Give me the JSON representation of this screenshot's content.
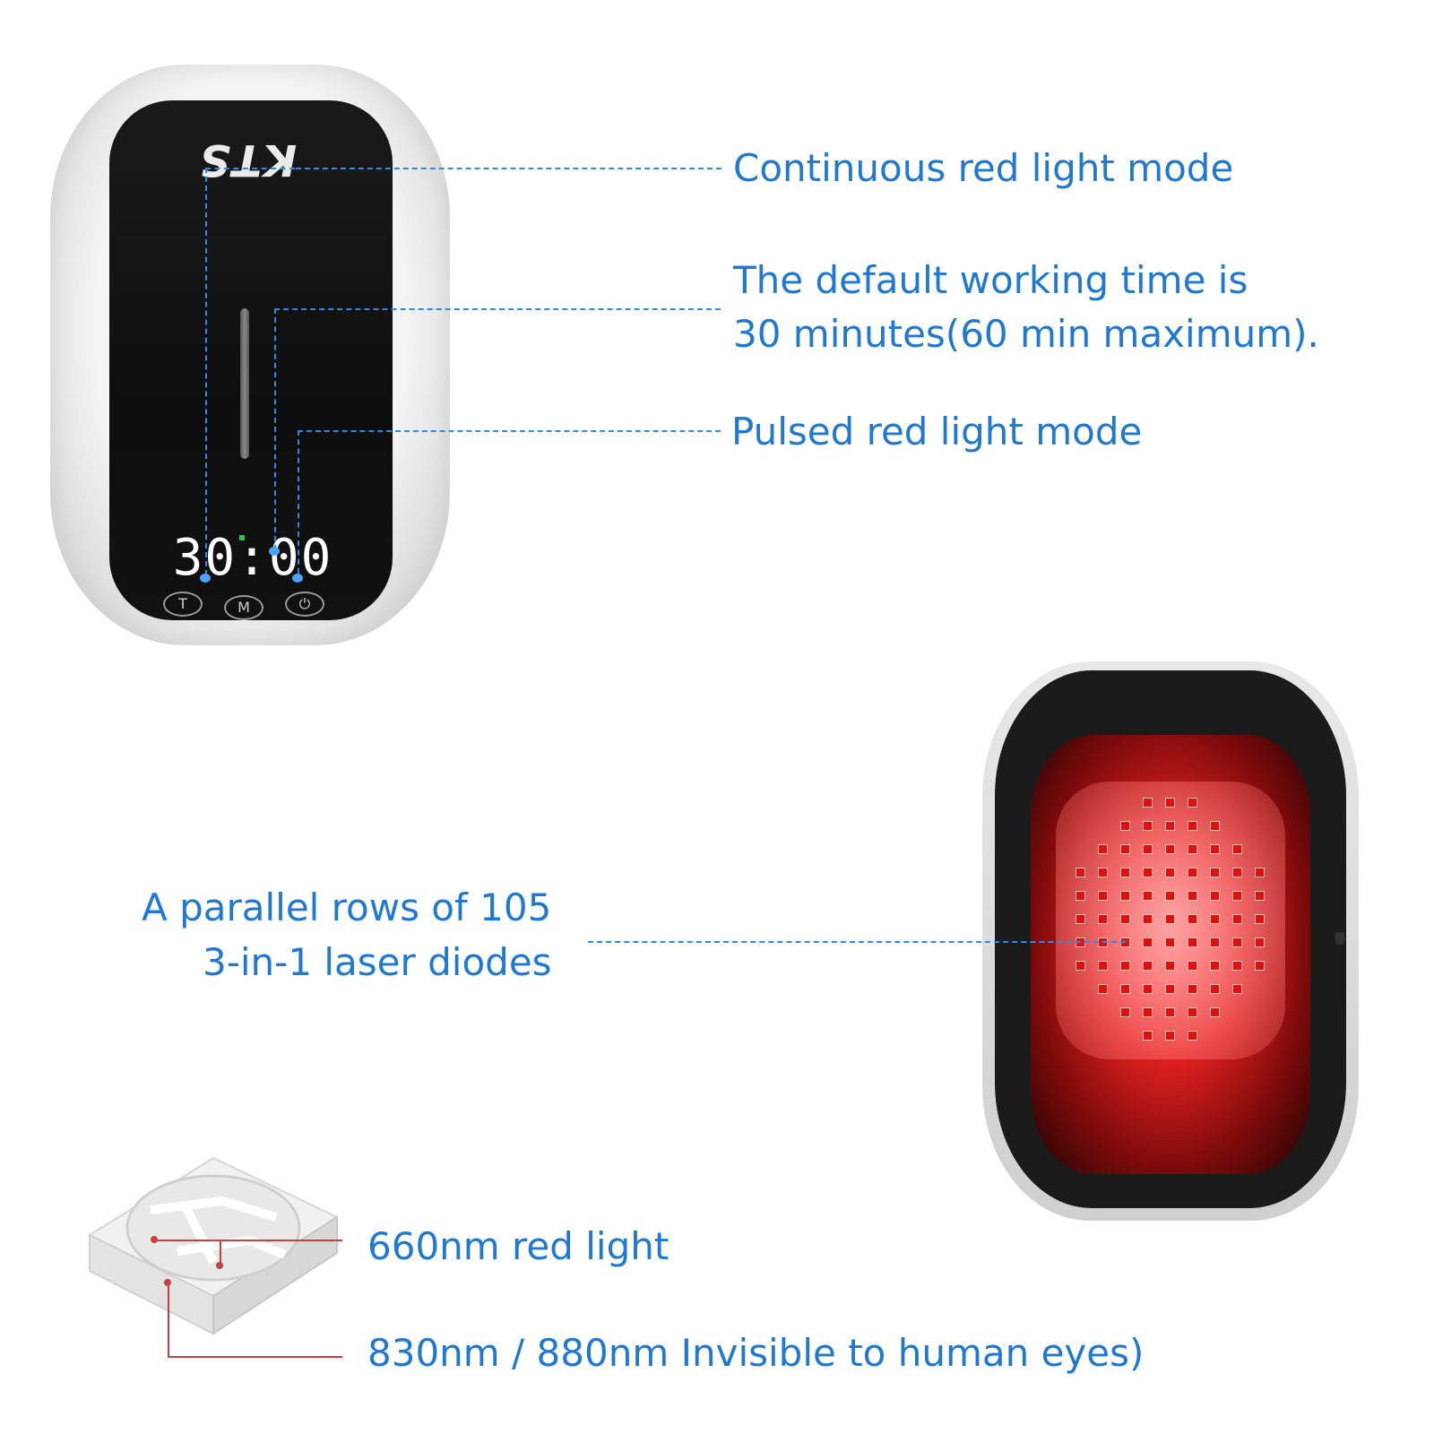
{
  "brand": "KTS",
  "timer_display": "30:00",
  "buttons": {
    "time": "T",
    "mode": "M",
    "power": "⏻"
  },
  "callouts": {
    "continuous": "Continuous red light mode",
    "default_time_line1": "The default working time is",
    "default_time_line2": "30 minutes(60 min maximum).",
    "pulsed": "Pulsed red light mode",
    "diodes_line1": "A parallel rows of 105",
    "diodes_line2": "3-in-1 laser diodes",
    "red_light": "660nm red light",
    "invisible": "830nm / 880nm Invisible to human eyes)"
  },
  "colors": {
    "callout_text": "#1f78d1",
    "leader": "#2f8ae6",
    "diode_red": "#e01010",
    "chip_line": "#c94040"
  }
}
